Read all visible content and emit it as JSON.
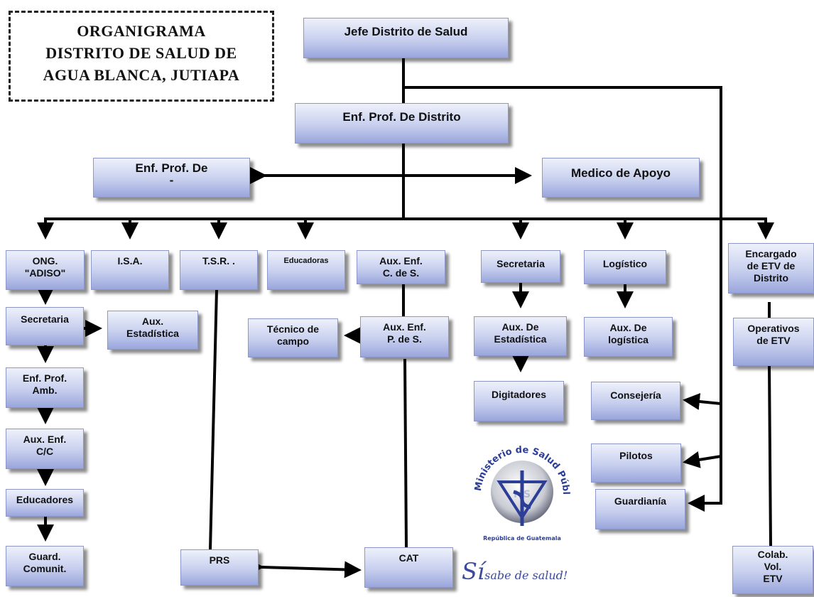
{
  "title": {
    "lines": [
      "ORGANIGRAMA",
      "DISTRITO DE SALUD DE",
      "AGUA BLANCA, JUTIAPA"
    ]
  },
  "boxes": {
    "jefe": "Jefe Distrito de Salud",
    "enf_prof_distrito": "Enf. Prof. De Distrito",
    "enf_prof_de": "Enf. Prof. De\n-",
    "medico_apoyo": "Medico de Apoyo",
    "ong": "ONG.\n\"ADISO\"",
    "isa": "I.S.A.",
    "tsr": "T.S.R. .",
    "educadoras": "Educadoras",
    "aux_enf_cs": "Aux. Enf.\nC. de S.",
    "secretaria_main": "Secretaria",
    "logistico": "Logístico",
    "encargado_etv": "Encargado\nde ETV de\nDistrito",
    "secretaria_left": "Secretaria",
    "aux_estadistica_left": "Aux.\nEstadística",
    "tecnico_campo": "Técnico de\ncampo",
    "aux_enf_ps": "Aux. Enf.\nP. de S.",
    "aux_de_estadistica": "Aux. De\nEstadística",
    "aux_de_logistica": "Aux. De\nlogística",
    "operativos_etv": "Operativos\nde ETV",
    "enf_prof_amb": "Enf. Prof.\nAmb.",
    "digitadores": "Digitadores",
    "consejeria": "Consejería",
    "aux_enf_cc": "Aux. Enf.\nC/C",
    "pilotos": "Pilotos",
    "educadores": "Educadores",
    "guardiania": "Guardianía",
    "guard_comunit": "Guard.\nComunit.",
    "prs": "PRS",
    "cat": "CAT",
    "colab_vol_etv": "Colab.\nVol.\nETV"
  },
  "logo": {
    "arc_text": "Ministerio de Salud Pública",
    "country": "República de Guatemala",
    "monogram": "MS",
    "slogan_lead": "Sí",
    "slogan_rest": "sabe de salud!"
  },
  "colors": {
    "box_top": "#eef1fb",
    "box_bottom": "#9aa6dc",
    "line": "#000000",
    "logo_blue": "#2c3e96"
  }
}
